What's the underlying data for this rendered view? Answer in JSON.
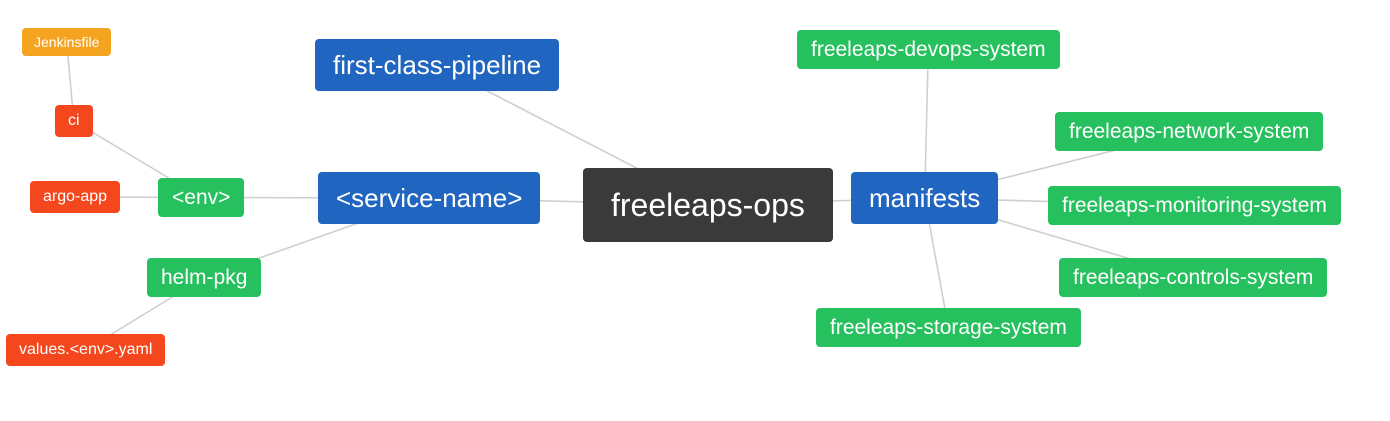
{
  "diagram": {
    "colors": {
      "root": "#3a3a3a",
      "blue": "#2065c0",
      "green": "#27c05e",
      "red": "#f5471d",
      "orange": "#f5a420",
      "edge": "#cfcfcf",
      "text": "#ffffff",
      "background": "#ffffff"
    },
    "nodes": {
      "root": {
        "label": "freeleaps-ops"
      },
      "first_class_pipeline": {
        "label": "first-class-pipeline"
      },
      "service_name": {
        "label": "<service-name>"
      },
      "manifests": {
        "label": "manifests"
      },
      "env": {
        "label": "<env>"
      },
      "helm_pkg": {
        "label": "helm-pkg"
      },
      "ci": {
        "label": "ci"
      },
      "argo_app": {
        "label": "argo-app"
      },
      "jenkinsfile": {
        "label": "Jenkinsfile"
      },
      "values_env_yaml": {
        "label": "values.<env>.yaml"
      },
      "devops_system": {
        "label": "freeleaps-devops-system"
      },
      "network_system": {
        "label": "freeleaps-network-system"
      },
      "monitoring_system": {
        "label": "freeleaps-monitoring-system"
      },
      "controls_system": {
        "label": "freeleaps-controls-system"
      },
      "storage_system": {
        "label": "freeleaps-storage-system"
      }
    },
    "edges": [
      [
        "jenkinsfile",
        "ci"
      ],
      [
        "ci",
        "env"
      ],
      [
        "argo_app",
        "env"
      ],
      [
        "env",
        "service_name"
      ],
      [
        "helm_pkg",
        "service_name"
      ],
      [
        "values_env_yaml",
        "helm_pkg"
      ],
      [
        "first_class_pipeline",
        "root"
      ],
      [
        "service_name",
        "root"
      ],
      [
        "root",
        "manifests"
      ],
      [
        "manifests",
        "devops_system"
      ],
      [
        "manifests",
        "network_system"
      ],
      [
        "manifests",
        "monitoring_system"
      ],
      [
        "manifests",
        "controls_system"
      ],
      [
        "manifests",
        "storage_system"
      ]
    ]
  }
}
